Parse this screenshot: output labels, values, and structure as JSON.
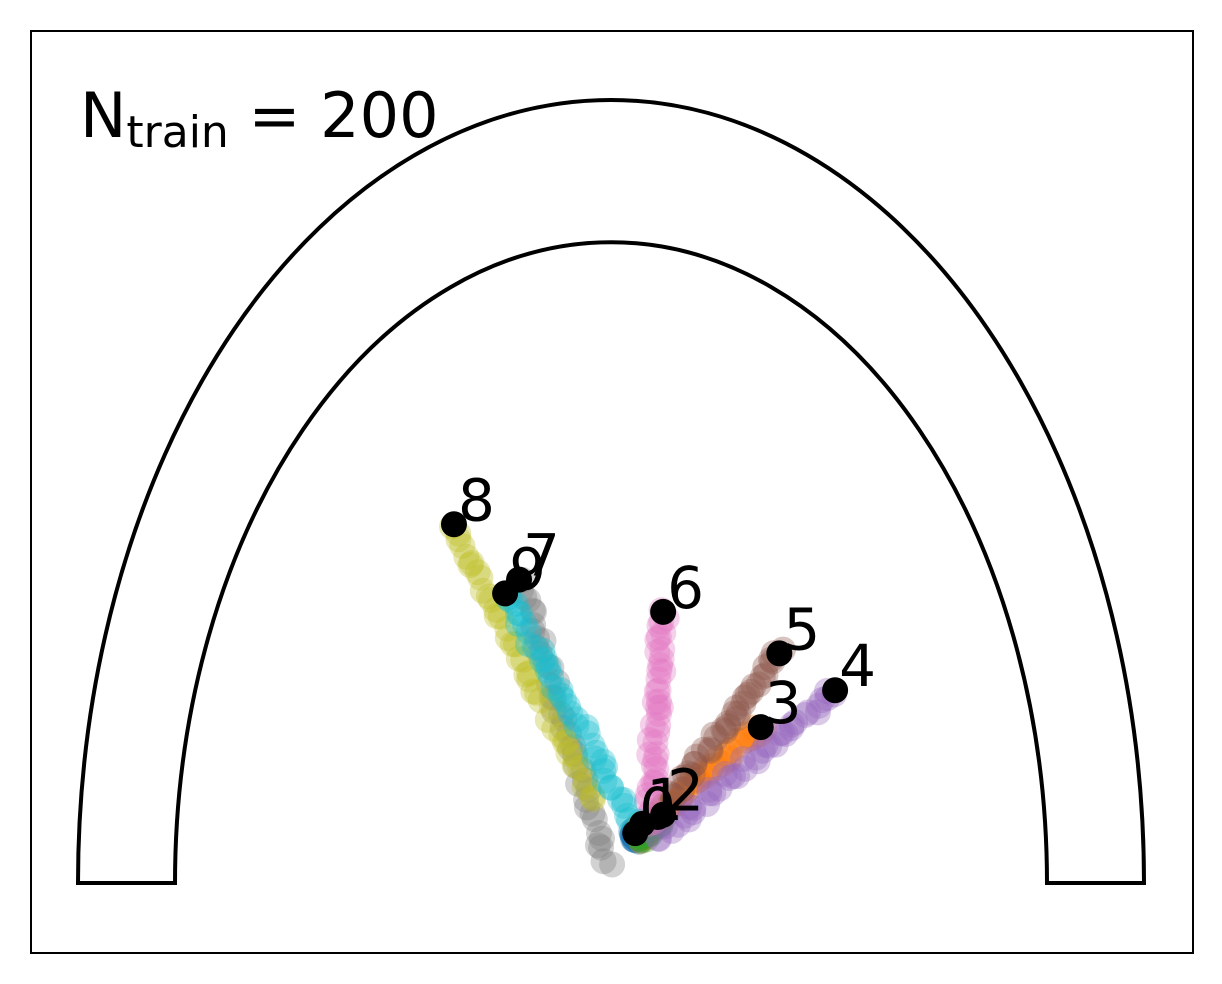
{
  "chart_data": {
    "type": "scatter",
    "annotation": {
      "main": "N",
      "sub": "train",
      "rest": " = 200"
    },
    "track": {
      "outer_arch": "black",
      "inner_arch": "black"
    },
    "xlim": [
      -1.25,
      1.25
    ],
    "ylim": [
      -0.2,
      1.8
    ],
    "grid": false,
    "axes_ticks": false,
    "trajectories": [
      {
        "label": "0",
        "color": "#1f77b4",
        "start": [
          0.055,
          0.05
        ],
        "end": [
          0.05,
          0.06
        ]
      },
      {
        "label": "1",
        "color": "#ff7f0e",
        "start": [
          0.07,
          0.05
        ],
        "end": [
          0.065,
          0.08
        ]
      },
      {
        "label": "2",
        "color": "#2ca02c",
        "start": [
          0.06,
          0.05
        ],
        "end": [
          0.11,
          0.1
        ]
      },
      {
        "label": "3",
        "color": "#ff7f0e",
        "start": [
          0.1,
          0.1
        ],
        "end": [
          0.32,
          0.29
        ]
      },
      {
        "label": "4",
        "color": "#9467bd",
        "start": [
          0.1,
          0.05
        ],
        "end": [
          0.48,
          0.37
        ]
      },
      {
        "label": "5",
        "color": "#8c564b",
        "start": [
          0.1,
          0.1
        ],
        "end": [
          0.36,
          0.45
        ]
      },
      {
        "label": "6",
        "color": "#e377c2",
        "start": [
          0.08,
          0.08
        ],
        "end": [
          0.11,
          0.54
        ]
      },
      {
        "label": "7",
        "color": "#7f7f7f",
        "start": [
          -0.01,
          -0.01
        ],
        "end": [
          -0.2,
          0.61
        ]
      },
      {
        "label": "8",
        "color": "#bcbd22",
        "start": [
          -0.04,
          0.13
        ],
        "end": [
          -0.34,
          0.73
        ]
      },
      {
        "label": "9",
        "color": "#17becf",
        "start": [
          0.05,
          0.08
        ],
        "end": [
          -0.23,
          0.58
        ]
      }
    ]
  }
}
